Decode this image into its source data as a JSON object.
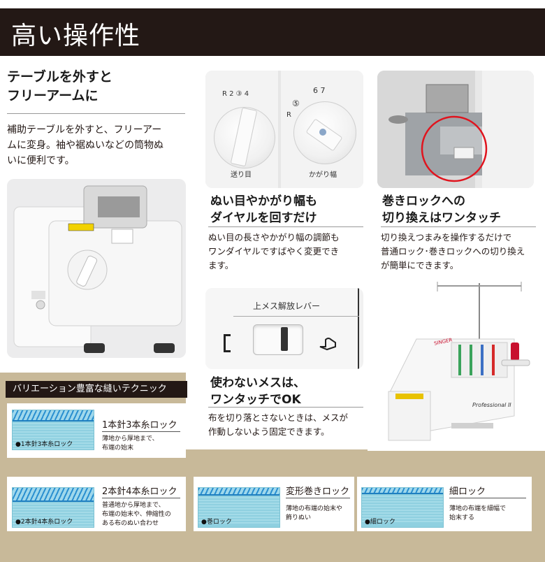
{
  "header": {
    "title": "高い操作性"
  },
  "sections": {
    "free_arm": {
      "heading": "テーブルを外すと\nフリーアームに",
      "body": "補助テーブルを外すと、フリーアー\nムに変身。袖や裾ぬいなどの筒物ぬ\nいに便利です。"
    },
    "dial": {
      "heading": "ぬい目やかがり幅も\nダイヤルを回すだけ",
      "body": "ぬい目の長さやかがり幅の調節も\nワンダイヤルですばやく変更でき\nます。",
      "dial_left_label": "送り目",
      "dial_left_marks": "R 2 ③ 4",
      "dial_right_label": "かがり幅",
      "dial_right_marks": "6  7",
      "dial_right_mark5": "⑤",
      "dial_right_markR": "R"
    },
    "roll": {
      "heading": "巻きロックへの\n切り換えはワンタッチ",
      "body": "切り換えつまみを操作するだけで\n普通ロック･巻きロックへの切り換え\nが簡単にできます。"
    },
    "knife": {
      "lever_label": "上メス解放レバー",
      "heading": "使わないメスは、\nワンタッチでOK",
      "body": "布を切り落とさないときは、メスが\n作動しないよう固定できます。"
    },
    "machine": {
      "brand": "SINGER",
      "model": "Professional II"
    }
  },
  "techniques": {
    "title": "バリエーション豊富な縫いテクニック",
    "items": [
      {
        "name": "1本針3本糸ロック",
        "caption": "●1本針3本糸ロック",
        "desc": "薄地から厚地まで、\n布端の始末"
      },
      {
        "name": "2本針4本糸ロック",
        "caption": "●2本針4本糸ロック",
        "desc": "普通地から厚地まで、\n布端の始末や、伸縮性の\nある布のぬい合わせ"
      },
      {
        "name": "変形巻きロック",
        "caption": "●巻ロック",
        "desc": "薄地の布端の始末や\n飾りぬい"
      },
      {
        "name": "細ロック",
        "caption": "●細ロック",
        "desc": "薄地の布端を細幅で\n始末する"
      }
    ]
  },
  "colors": {
    "header_bg": "#231815",
    "band_bg": "#c8b999",
    "fabric": "#8fd0e0",
    "stitch": "#2a8fd0",
    "highlight_circle": "#e0141e"
  }
}
